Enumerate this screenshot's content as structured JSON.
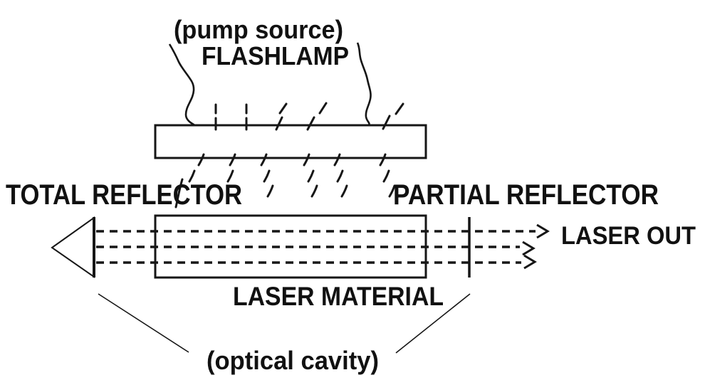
{
  "diagram": {
    "labels": {
      "pump_source": "(pump source)",
      "flashlamp": "FLASHLAMP",
      "total_reflector": "TOTAL REFLECTOR",
      "partial_reflector": "PARTIAL REFLECTOR",
      "laser_out": "LASER OUT",
      "laser_material": "LASER MATERIAL",
      "optical_cavity": "(optical cavity)"
    },
    "colors": {
      "ink": "#161616",
      "text": "#111111",
      "background": "#ffffff"
    },
    "components": [
      "pump-source-callout",
      "flashlamp-tube",
      "pump-light-rays",
      "total-reflector-prism",
      "laser-material-rod",
      "partial-reflector-mirror",
      "laser-beams-dashed",
      "laser-output-arrows",
      "optical-cavity-callout"
    ]
  }
}
